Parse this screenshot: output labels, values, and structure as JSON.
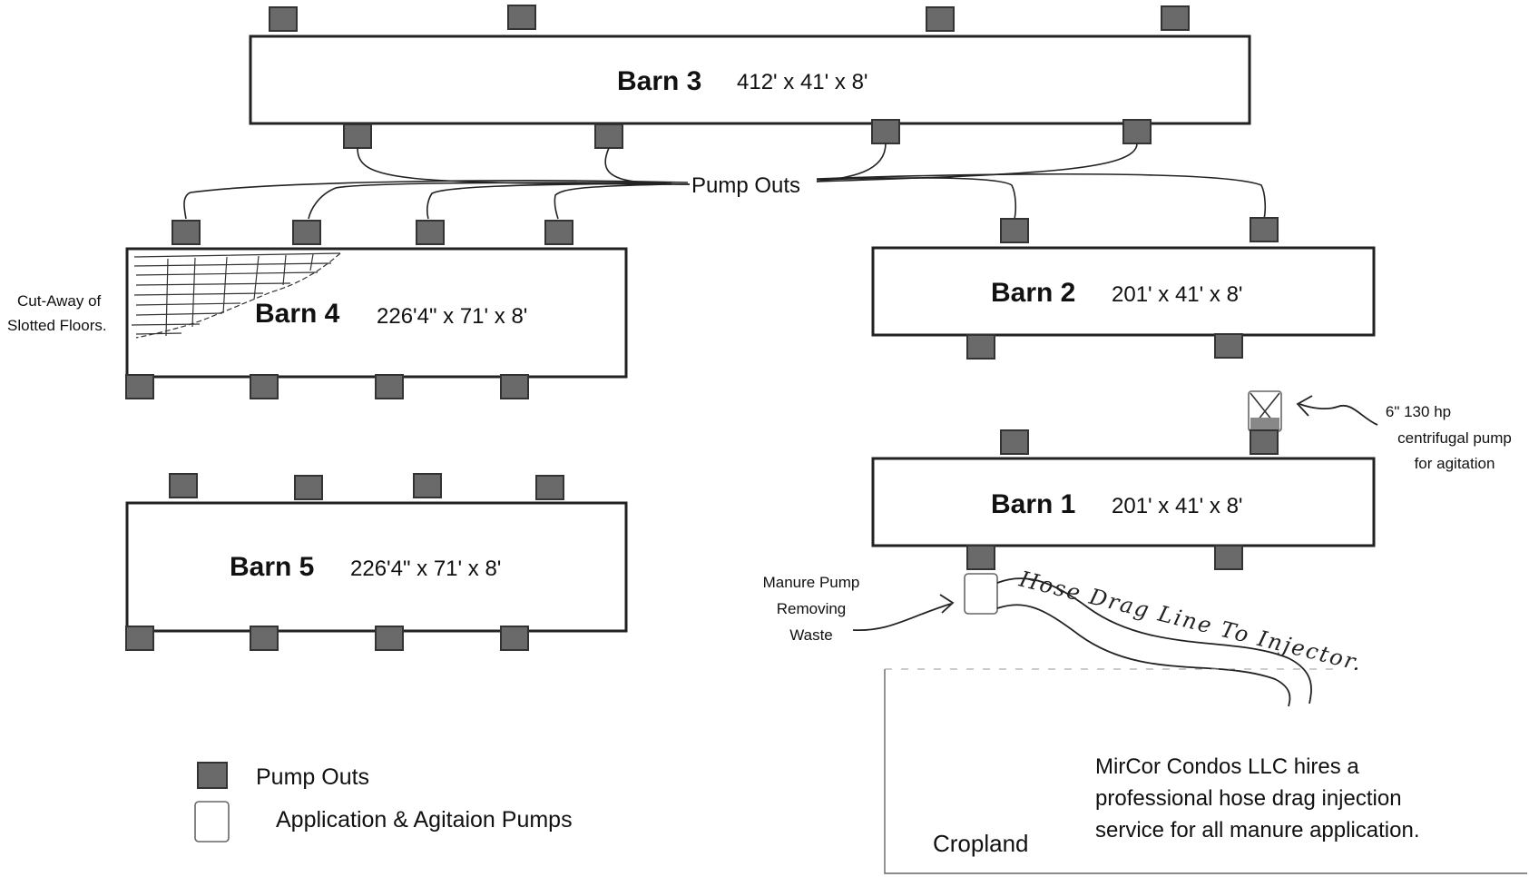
{
  "barns": {
    "barn3": {
      "name": "Barn 3",
      "dims": "412' x 41' x 8'"
    },
    "barn2": {
      "name": "Barn 2",
      "dims": "201' x 41' x 8'"
    },
    "barn4": {
      "name": "Barn 4",
      "dims": "226'4\" x 71' x 8'"
    },
    "barn1": {
      "name": "Barn 1",
      "dims": "201' x 41' x 8'"
    },
    "barn5": {
      "name": "Barn 5",
      "dims": "226'4\" x 71' x 8'"
    }
  },
  "labels": {
    "pump_outs": "Pump Outs",
    "cutaway_line1": "Cut-Away of",
    "cutaway_line2": "Slotted Floors.",
    "centrifugal_line1": "6\" 130 hp",
    "centrifugal_line2": "centrifugal pump",
    "centrifugal_line3": "for agitation",
    "manure_line1": "Manure Pump",
    "manure_line2": "Removing",
    "manure_line3": "Waste",
    "hose_drag": "Hose Drag Line To Injector.",
    "cropland": "Cropland",
    "mircor_line1": "MirCor Condos LLC  hires a",
    "mircor_line2": "professional hose drag injection",
    "mircor_line3": "service for all manure application."
  },
  "legend": {
    "pump_outs": "Pump Outs",
    "application_pumps": "Application & Agitaion Pumps"
  }
}
